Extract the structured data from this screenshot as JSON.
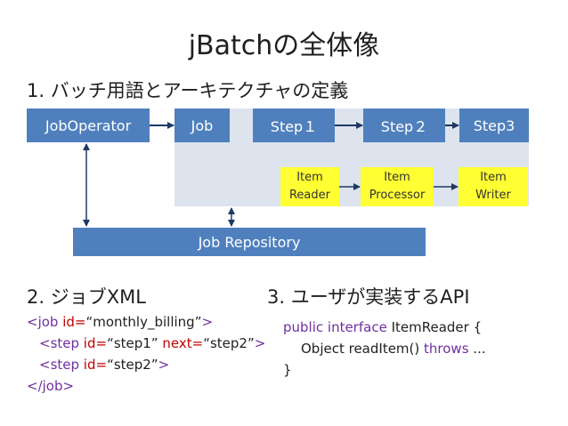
{
  "title": "jBatchの全体像",
  "section1": {
    "heading": "1. バッチ用語とアーキテクチャの定義",
    "job_operator": "JobOperator",
    "job": "Job",
    "steps": [
      "Step１",
      "Step２",
      "Step3"
    ],
    "items": [
      {
        "line1": "Item",
        "line2": "Reader"
      },
      {
        "line1": "Item",
        "line2": "Processor"
      },
      {
        "line1": "Item",
        "line2": "Writer"
      }
    ],
    "job_repository": "Job Repository"
  },
  "section2": {
    "heading": "2. ジョブXML",
    "xml": {
      "l1_open": "<job ",
      "l1_attr": "id=",
      "l1_val": "“monthly_billing”",
      "l1_close": ">",
      "l2_open": "<step ",
      "l2_attr1": "id=",
      "l2_val1": "“step1” ",
      "l2_attr2": "next=",
      "l2_val2": "“step2”",
      "l2_close": ">",
      "l3_open": "<step ",
      "l3_attr": "id=",
      "l3_val": "“step2”",
      "l3_close": ">",
      "l4": "</job>"
    }
  },
  "section3": {
    "heading": "3. ユーザが実装するAPI",
    "code": {
      "l1_kw": "public interface",
      "l1_rest": " ItemReader {",
      "l2_a": "Object readItem() ",
      "l2_kw": "throws",
      "l2_b": " ...",
      "l3": "}"
    }
  },
  "colors": {
    "box": "#4f80bd",
    "area": "#dde4ee",
    "item": "#ffff33",
    "arrow": "#1f3864",
    "keyword": "#7030a0",
    "attribute": "#c00000"
  }
}
